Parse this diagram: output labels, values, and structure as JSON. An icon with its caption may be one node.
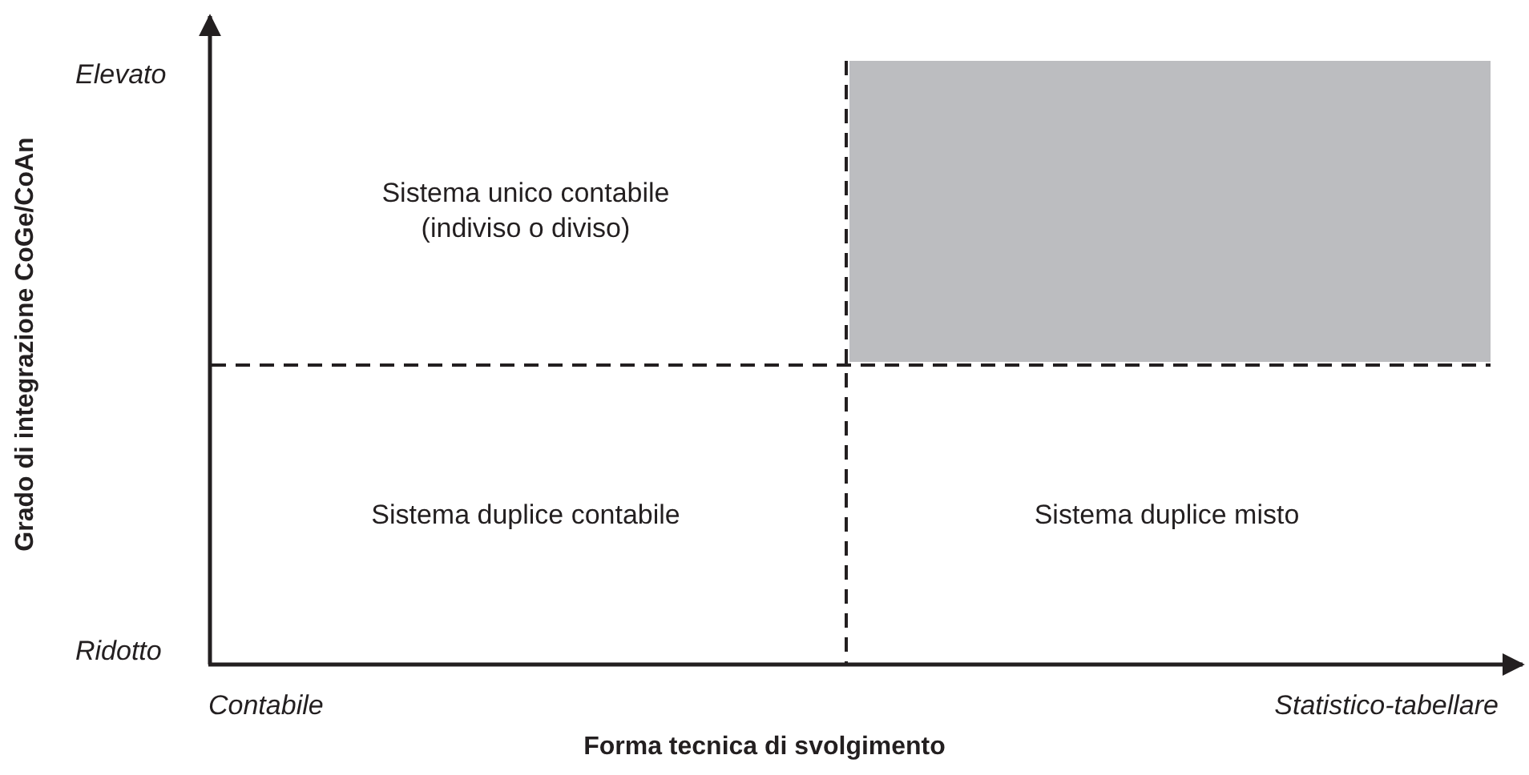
{
  "diagram": {
    "nodes": [
      {
        "text": [],
        "shape": "box"
      }
    ],
    "labels": [
      "Elevato",
      "Sistema unico contabile (indiviso o diviso)",
      "Sistema duplice contabile",
      "Sistema duplice misto",
      "Ridotto",
      "Contabile",
      "Statistico-tabellare",
      "Forma tecnica di svolgimento",
      "Grado di integrazione CoGe/CoAn"
    ]
  }
}
